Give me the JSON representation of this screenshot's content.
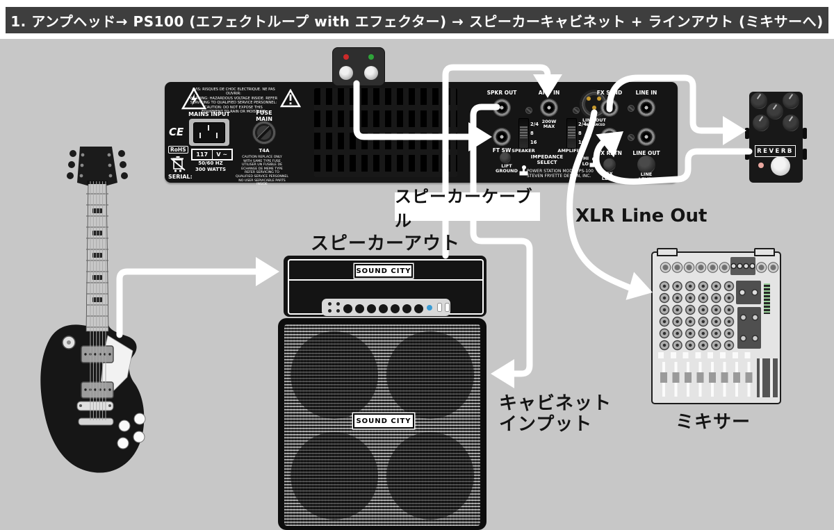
{
  "title": "1. アンプヘッド→ PS100 (エフェクトループ with エフェクター) → スピーカーキャビネット + ラインアウト (ミキサーへ)",
  "labels": {
    "speaker_cable": "スピーカーケーブル",
    "speaker_out": "スピーカーアウト",
    "xlr_line_out": "XLR Line Out",
    "cabinet_input_line1": "キャビネット",
    "cabinet_input_line2": "インプット",
    "mixer": "ミキサー"
  },
  "rack": {
    "warning": [
      "AVIS: RISQUES DE CHOC ELECTRIQUE. NE PAS OUVRIR:",
      "WARNING: HAZARDOUS VOLTAGE INSIDE. REFER",
      "SERVICING TO QUALIFIED SERVICE PERSONNEL:",
      "CAUTION: DO NOT EXPOSE THIS",
      "EQUIPMENT TO RAIN OR MOISTURE"
    ],
    "mains_input": "MAINS INPUT",
    "fuse_line1": "FUSE",
    "fuse_line2": "MAIN",
    "fuse_rating": "T4A",
    "voltage": "117",
    "volt_unit": "V ~",
    "freq": "50/60 HZ",
    "watts": "300 WATTS",
    "ce": "CE",
    "rohs": "RoHS",
    "serial": "SERIAL:",
    "fuse_caution": [
      "CAUTION REPLACE ONLY",
      "WITH SAME TYPE FUSE",
      "UTILISER UN FUSIBLE DE",
      "ECHANGE DE MEME TYPE",
      "REFER SERVICING TO",
      "QUALIFIED SERVICE PERSONNEL",
      "NO USER SERVICABLE PARTS INSIDE"
    ],
    "spkr_out": "SPKR OUT",
    "ft_sw": "FT SW",
    "amp_in": "AMP IN",
    "amp_in_sub1": "200W",
    "amp_in_sub2": "MAX",
    "speaker": "SPEAKER",
    "amplifier": "AMPLIFIER",
    "impedance_line1": "IMPEDANCE",
    "impedance_line2": "SELECT",
    "imp_marks": [
      "2/4",
      "8",
      "16"
    ],
    "xlr_line1": "LINE OUT",
    "xlr_line2": "BALANCED",
    "fx_send": "FX SEND",
    "line_in": "LINE IN",
    "fx_retn": "FX RETN",
    "line_out": "LINE OUT",
    "hi": "HI",
    "lo": "LO",
    "fx_level_line1": "FX",
    "fx_level_line2": "LEVEL",
    "line_level_line1": "LINE",
    "line_level_line2": "LEVEL",
    "lift_line1": "LIFT",
    "lift_line2": "GROUND",
    "model_line1": "POWER STATION MODEL PS-100",
    "model_line2": "STEVEN FRYETTE DESIGN, INC."
  },
  "amp_head": {
    "brand": "SOUND CITY"
  },
  "cabinet": {
    "brand": "SOUND CITY"
  },
  "pedal": {
    "label": "REVERB"
  },
  "colors": {
    "background": "#c7c7c7",
    "title_bar": "#3e3e3e",
    "cable": "#ffffff",
    "device_black": "#151515",
    "led_red": "#cc2a2a",
    "led_green": "#2fa43a",
    "pedal_led": "#eaa8a0",
    "amp_led_blue": "#3b9cd4",
    "xlr_pin_gold": "#c79a2e"
  }
}
